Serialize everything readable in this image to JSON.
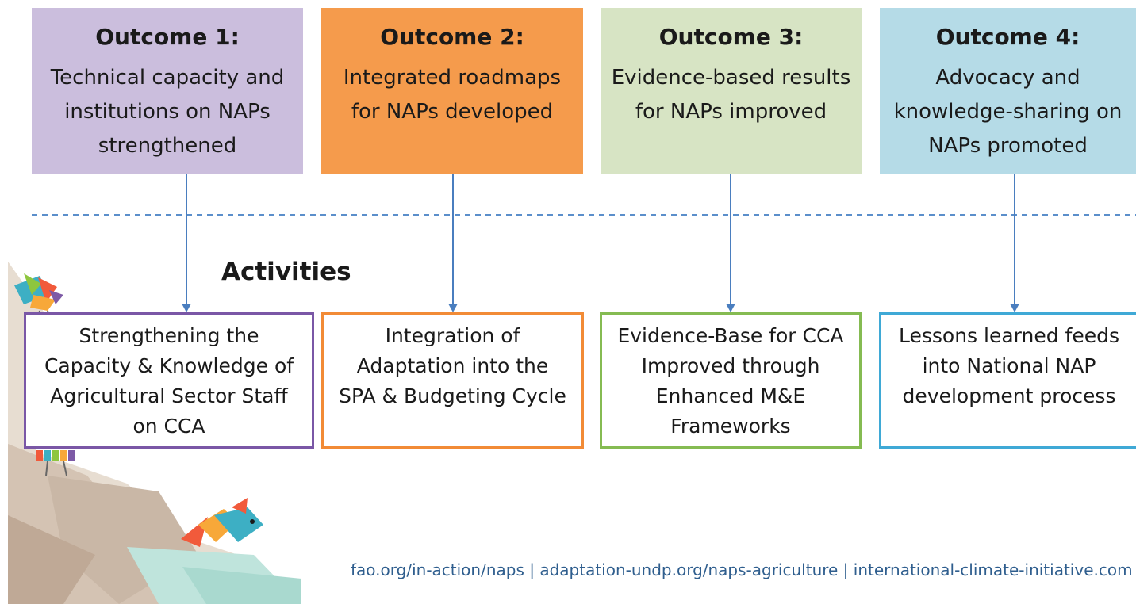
{
  "colors": {
    "outcome_1": "#cbbedd",
    "outcome_2": "#f59b4c",
    "outcome_3": "#d7e4c4",
    "outcome_4": "#b5dbe7",
    "activity_1_border": "#7a57a6",
    "activity_2_border": "#f28b36",
    "activity_3_border": "#85bb52",
    "activity_4_border": "#3fa9d6",
    "arrow": "#4a7ebf",
    "divider": "#5b8fcb",
    "footer_text": "#2f5e8e"
  },
  "outcomes": [
    {
      "title": "Outcome 1:",
      "description": "Technical capacity and\ninstitutions on NAPs\nstrengthened"
    },
    {
      "title": "Outcome 2:",
      "description": "Integrated roadmaps\nfor NAPs developed"
    },
    {
      "title": "Outcome 3:",
      "description": "Evidence-based results\nfor NAPs improved"
    },
    {
      "title": "Outcome 4:",
      "description": "Advocacy and\nknowledge-sharing on\nNAPs promoted"
    }
  ],
  "activities_label": "Activities",
  "activities": [
    {
      "text": "Strengthening the\nCapacity & Knowledge of\nAgricultural Sector Staff\non CCA"
    },
    {
      "text": "Integration of\nAdaptation into the\nSPA & Budgeting Cycle"
    },
    {
      "text": "Evidence-Base for CCA\nImproved through\nEnhanced M&E\nFrameworks"
    },
    {
      "text": "Lessons learned  feeds\ninto National NAP\ndevelopment process"
    }
  ],
  "footer": "fao.org/in-action/naps | adaptation-undp.org/naps-agriculture | international-climate-initiative.com",
  "decoration": [
    "mountain-illustration",
    "bird-illustration",
    "fish-illustration"
  ]
}
